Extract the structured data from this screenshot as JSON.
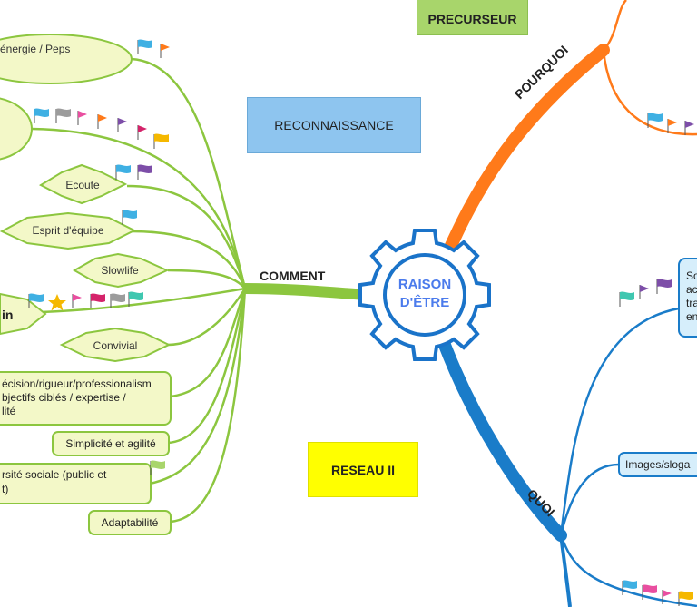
{
  "center": {
    "line1": "RAISON",
    "line2": "D'ÊTRE"
  },
  "branches": {
    "comment": "COMMENT",
    "pourquoi": "POURQUOI",
    "quoi": "QUOI"
  },
  "floating": {
    "precurseur": "PRECURSEUR",
    "reconnaissance": "RECONNAISSANCE",
    "reseau": "RESEAU II"
  },
  "comment_nodes": {
    "synergie": "énergie / Peps",
    "ecoute": "Ecoute",
    "esprit": "Esprit d'équipe",
    "slowlife": "Slowlife",
    "in": "in",
    "convivial": "Convivial",
    "precision_1": "écision/rigueur/professionalism",
    "precision_2": "bjectifs ciblés / expertise /",
    "precision_3": "lité",
    "simplicite": "Simplicité et agilité",
    "diversite_1": "rsité sociale (public et",
    "diversite_2": "t)",
    "adaptabilite": "Adaptabilité"
  },
  "quoi_nodes": {
    "so_1": "So",
    "so_2": "ac",
    "so_3": "tra",
    "so_4": "en",
    "images": "Images/sloga"
  },
  "colors": {
    "green": "#8cc63f",
    "orange": "#ff7a1a",
    "blue": "#1a7cc9",
    "gear": "#1a73c9",
    "reconnaissance_bg": "#8ec5ef",
    "reseau_bg": "#ffff00",
    "precurseur_bg": "#a8d56b",
    "node_bg": "#f3f8c8"
  },
  "flag_icons": [
    "flag-icon",
    "star-icon"
  ]
}
